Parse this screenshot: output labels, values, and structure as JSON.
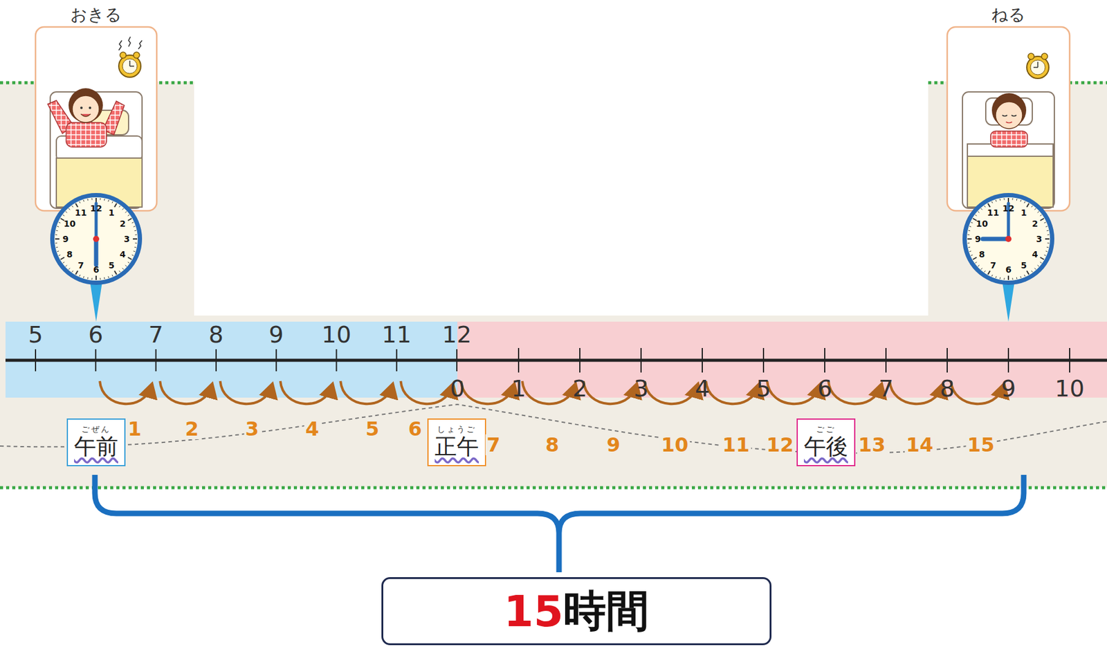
{
  "diagram": {
    "nodes": [
      {
        "text": [
          "おきる"
        ]
      },
      {
        "text": [
          "ねる"
        ]
      },
      {
        "text": [
          "ごぜん",
          "午前"
        ]
      },
      {
        "text": [
          "しょうご",
          "正午"
        ]
      },
      {
        "text": [
          "ごご",
          "午後"
        ]
      },
      {
        "text": [
          "15",
          "時間"
        ]
      }
    ],
    "labels": [
      "5",
      "6",
      "7",
      "8",
      "9",
      "10",
      "11",
      "12",
      "0",
      "1",
      "2",
      "3",
      "4",
      "5",
      "6",
      "7",
      "8",
      "9",
      "10",
      "1",
      "2",
      "3",
      "4",
      "5",
      "6",
      "7",
      "8",
      "9",
      "10",
      "11",
      "12",
      "13",
      "14",
      "15",
      "1",
      "2",
      "3",
      "4",
      "5",
      "6",
      "7",
      "8",
      "9",
      "10",
      "11",
      "12",
      "1",
      "2",
      "3",
      "4",
      "5",
      "6",
      "7",
      "8",
      "9",
      "10",
      "11",
      "12"
    ]
  }
}
